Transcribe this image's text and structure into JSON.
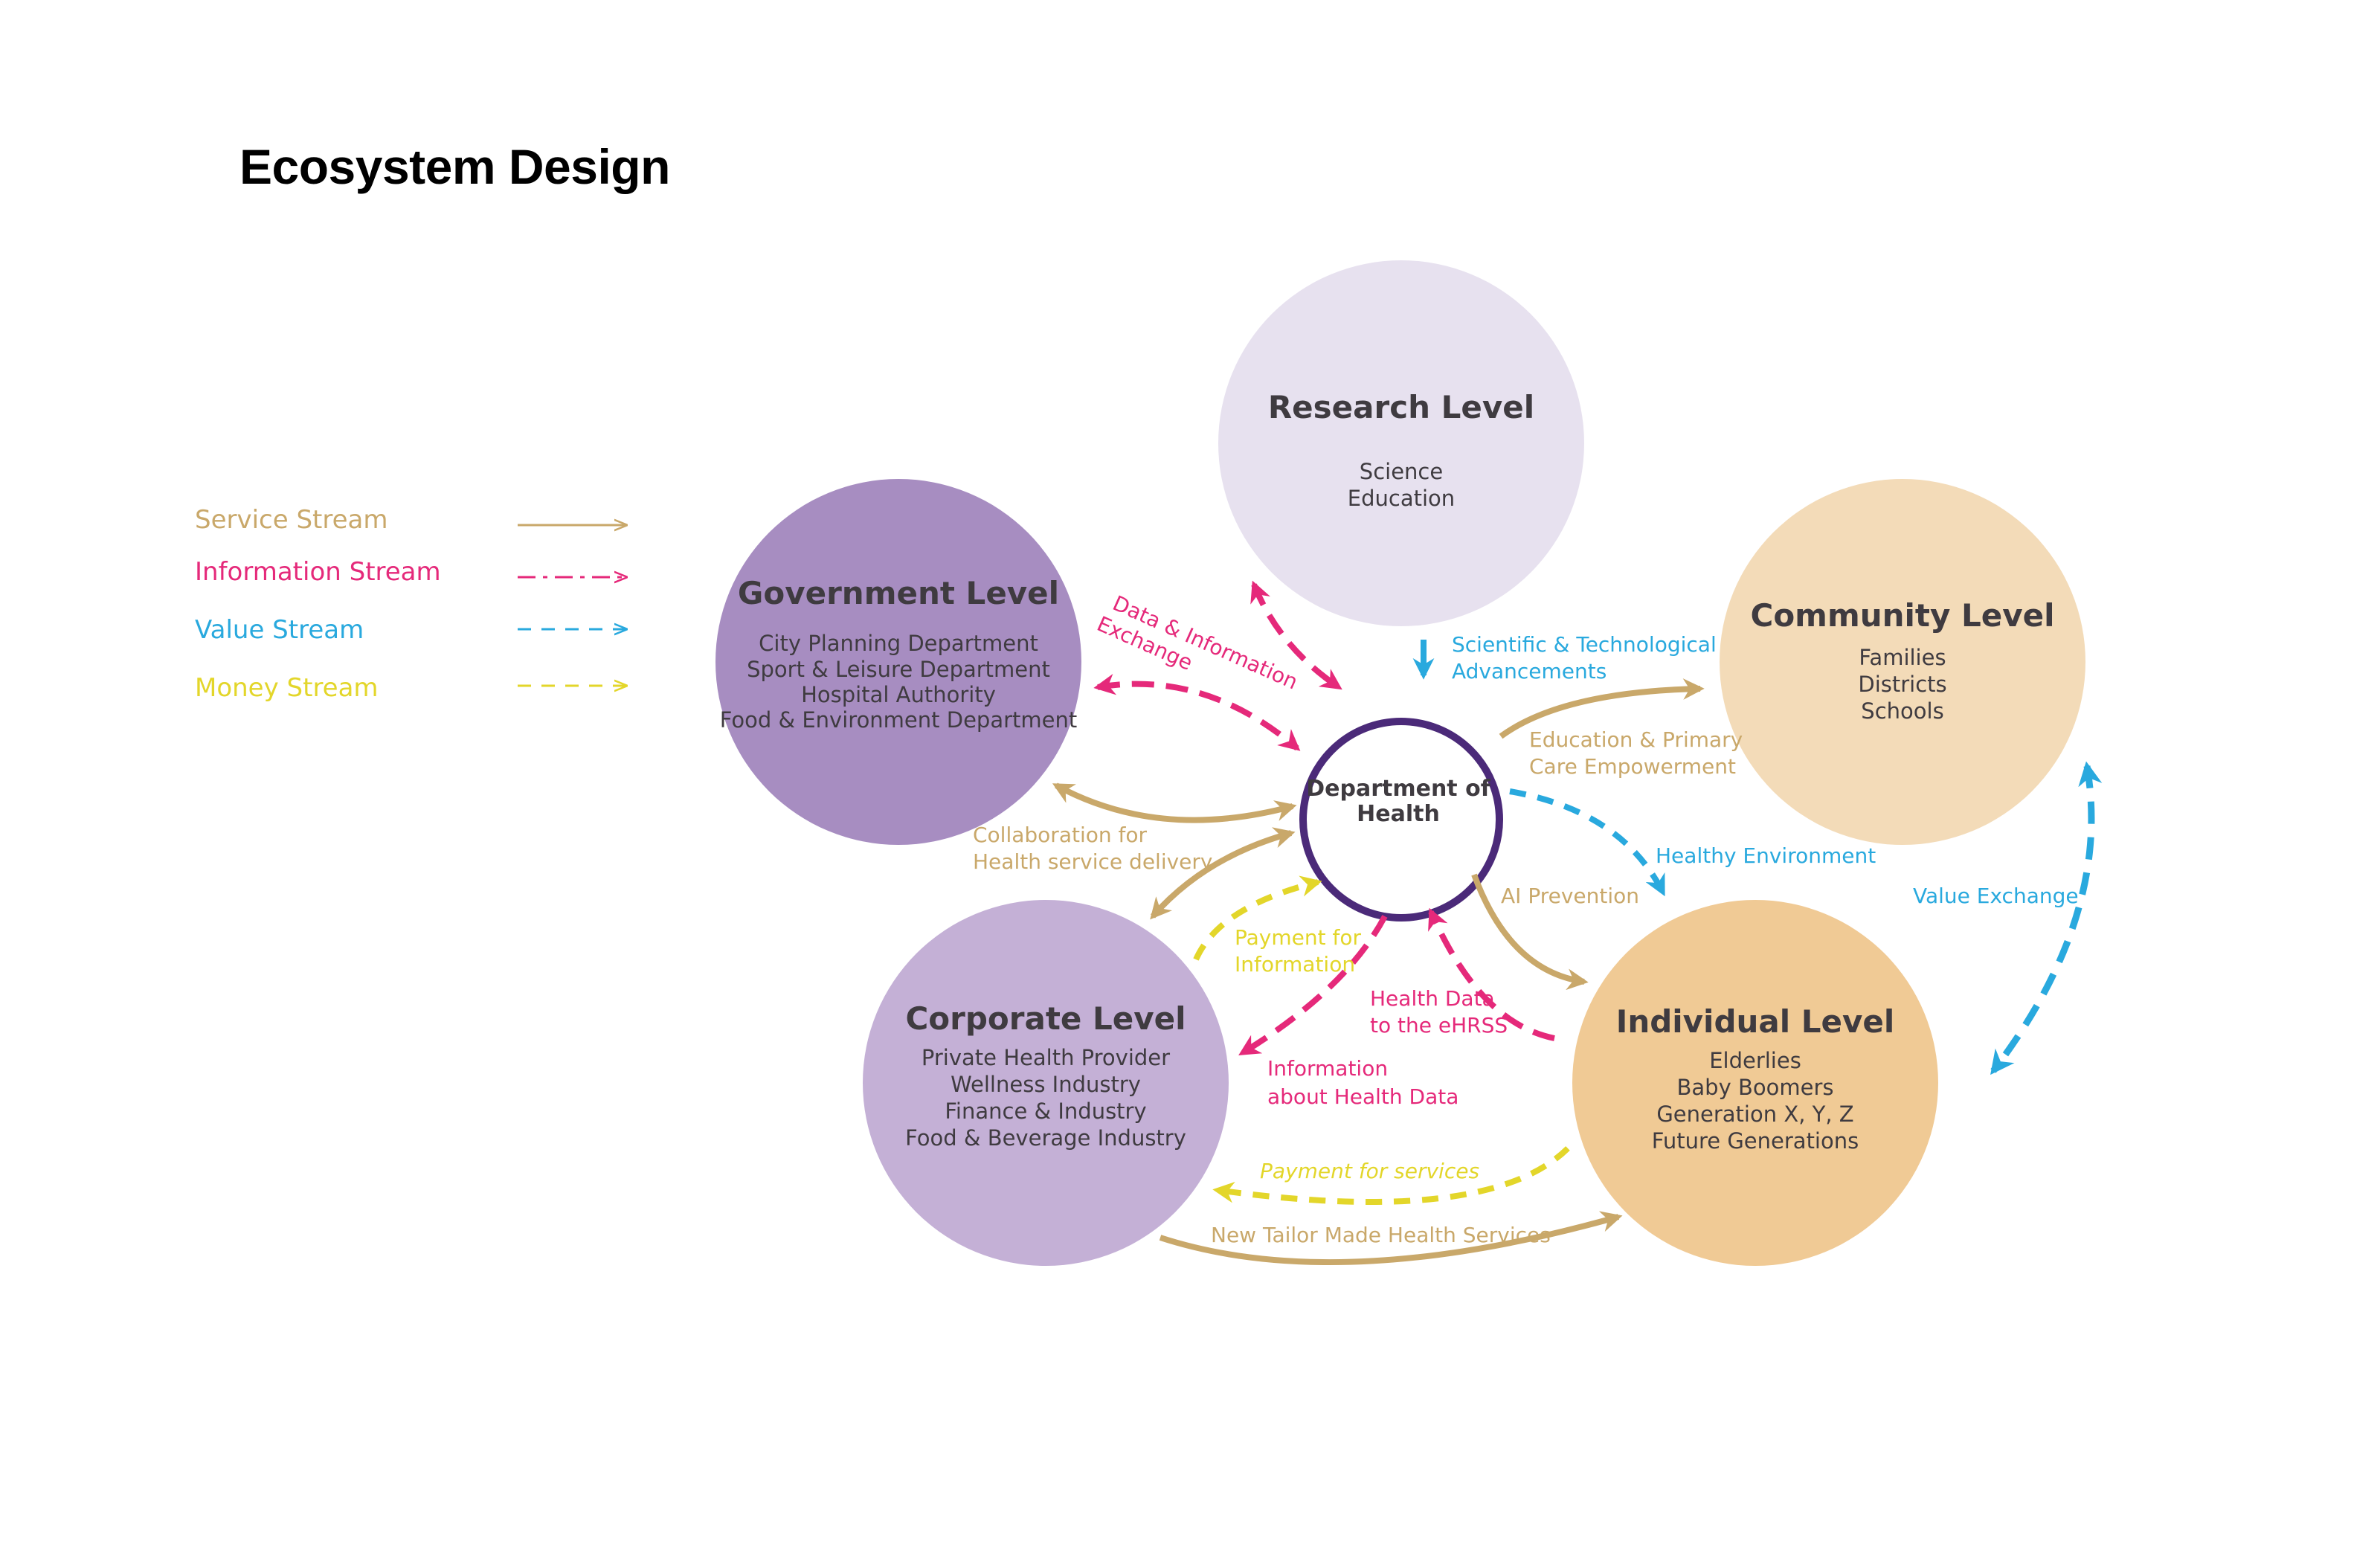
{
  "title": "Ecosystem Design",
  "colors": {
    "service": "#C9A86A",
    "information": "#E5297A",
    "value": "#29A9DE",
    "money": "#E3D62A",
    "government": "#A78DC1",
    "research": "#E7E1EF",
    "community": "#F3DBB8",
    "corporate": "#C4B0D6",
    "individual": "#F0CA95",
    "doh_ring": "#4B2A79"
  },
  "legend": [
    {
      "label": "Service Stream",
      "color": "#C9A86A",
      "style": "solid"
    },
    {
      "label": "Information Stream",
      "color": "#E5297A",
      "style": "dashdot"
    },
    {
      "label": "Value Stream",
      "color": "#29A9DE",
      "style": "dashed"
    },
    {
      "label": "Money Stream",
      "color": "#E3D62A",
      "style": "dashed"
    }
  ],
  "hub": {
    "title_lines": [
      "Department of",
      "Health"
    ]
  },
  "levels": {
    "research": {
      "title": "Research Level",
      "items": [
        "Science",
        "Education"
      ]
    },
    "government": {
      "title": "Government Level",
      "items": [
        "City Planning Department",
        "Sport & Leisure Department",
        "Hospital Authority",
        "Food & Environment Department"
      ]
    },
    "community": {
      "title": "Community Level",
      "items": [
        "Families",
        "Districts",
        "Schools"
      ]
    },
    "corporate": {
      "title": "Corporate Level",
      "items": [
        "Private Health Provider",
        "Wellness Industry",
        "Finance & Industry",
        "Food & Beverage Industry"
      ]
    },
    "individual": {
      "title": "Individual Level",
      "items": [
        "Elderlies",
        "Baby Boomers",
        "Generation X, Y, Z",
        "Future Generations"
      ]
    }
  },
  "flows": {
    "data_exchange": [
      "Data & Information",
      "Exchange"
    ],
    "scientific": [
      "Scientific & Technological",
      "Advancements"
    ],
    "education": [
      "Education & Primary",
      "Care Empowerment"
    ],
    "healthy_env": "Healthy Environment",
    "value_exchange": "Value Exchange",
    "collaboration": [
      "Collaboration for",
      "Health service delivery"
    ],
    "ai_prevention": "AI Prevention",
    "payment_info": [
      "Payment for",
      "Information"
    ],
    "health_data": [
      "Health Data",
      "to the eHRSS"
    ],
    "info_health": [
      "Information",
      "about Health Data"
    ],
    "payment_services": "Payment for services",
    "tailor_made": "New Tailor Made Health Services"
  }
}
